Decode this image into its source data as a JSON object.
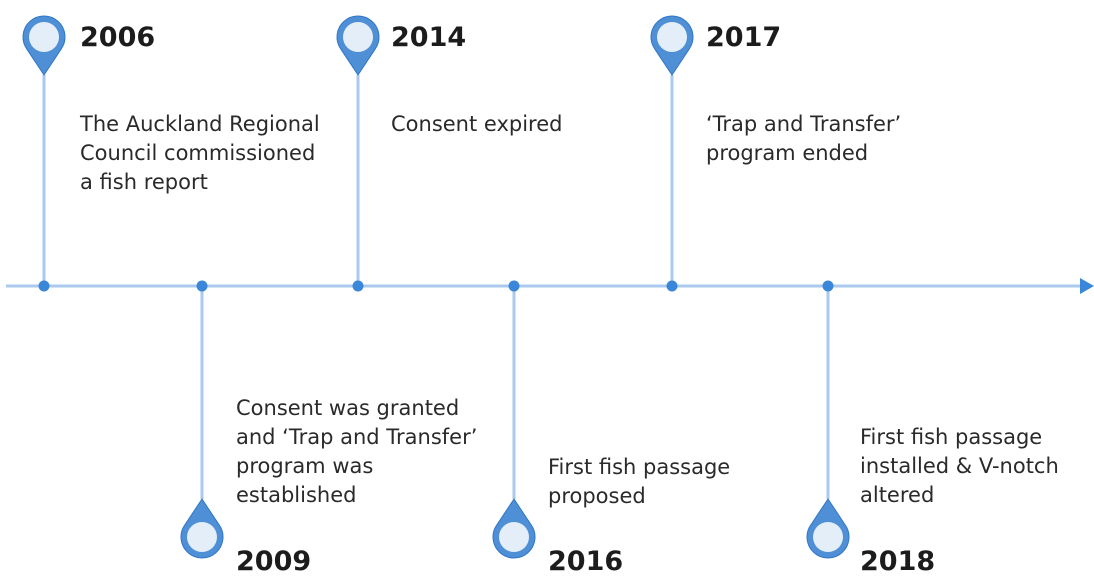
{
  "colors": {
    "line": "#aac9ec",
    "pin_stroke": "#4f8fd6",
    "pin_stroke_dark": "#2f76c9",
    "pin_fill": "#e4eef9",
    "dot": "#3a86d8",
    "text": "#2a2a2a"
  },
  "events": [
    {
      "year": "2006",
      "description": "The Auckland Regional Council commissioned a fish report",
      "position": "above",
      "icon": "map-pin-icon"
    },
    {
      "year": "2009",
      "description": "Consent was granted and ‘Trap and Transfer’ program was established",
      "position": "below",
      "icon": "map-pin-icon"
    },
    {
      "year": "2014",
      "description": "Consent expired",
      "position": "above",
      "icon": "map-pin-icon"
    },
    {
      "year": "2016",
      "description": "First fish passage proposed",
      "position": "below",
      "icon": "map-pin-icon"
    },
    {
      "year": "2017",
      "description": "‘Trap and Transfer’ program ended",
      "position": "above",
      "icon": "map-pin-icon"
    },
    {
      "year": "2018",
      "description": "First fish passage installed & V-notch altered",
      "position": "below",
      "icon": "map-pin-icon"
    }
  ]
}
